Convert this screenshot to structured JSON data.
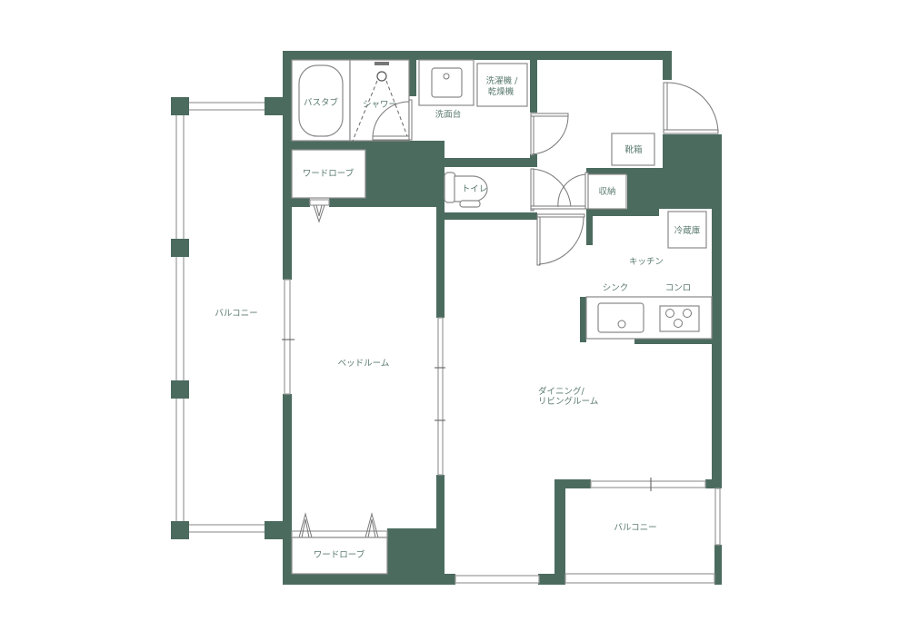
{
  "colors": {
    "wall": "#4B6B5F",
    "label": "#5a7a70",
    "background": "#ffffff",
    "fixture_line": "#8a8a8a"
  },
  "rooms": {
    "bathtub": "バスタブ",
    "shower": "シャワー",
    "washbasin": "洗面台",
    "washer_dryer_line1": "洗濯機 /",
    "washer_dryer_line2": "乾燥機",
    "shoe_box": "靴箱",
    "storage": "収納",
    "wardrobe_top": "ワードローブ",
    "toilet": "トイレ",
    "fridge": "冷蔵庫",
    "kitchen": "キッチン",
    "sink": "シンク",
    "stove": "コンロ",
    "balcony_west": "バルコニー",
    "bedroom": "ベッドルーム",
    "living_line1": "ダイニング/",
    "living_line2": "リビングルーム",
    "balcony_south": "バルコニー",
    "wardrobe_bottom": "ワードローブ"
  }
}
